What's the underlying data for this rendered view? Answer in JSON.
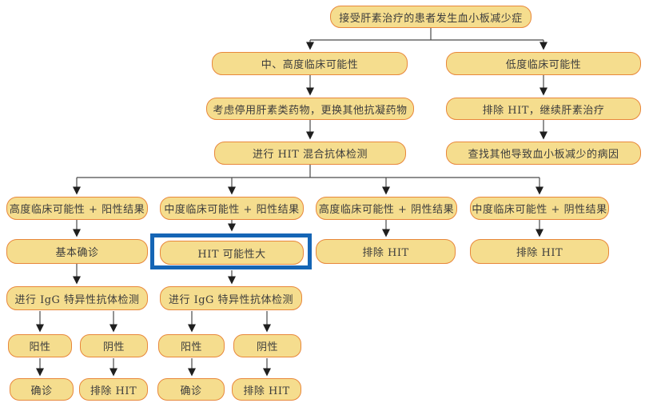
{
  "nodes": {
    "n1": {
      "label": "接受肝素治疗的患者发生血小板减少症"
    },
    "n2": {
      "label": "中、高度临床可能性"
    },
    "n3": {
      "label": "低度临床可能性"
    },
    "n4": {
      "label": "考虑停用肝素类药物，更换其他抗凝药物"
    },
    "n5": {
      "label": "排除 HIT，继续肝素治疗"
    },
    "n6": {
      "label": "进行 HIT 混合抗体检测"
    },
    "n7": {
      "label": "查找其他导致血小板减少的病因"
    },
    "n8": {
      "label": "高度临床可能性 + 阳性结果"
    },
    "n9": {
      "label": "中度临床可能性 + 阳性结果"
    },
    "n10": {
      "label": "高度临床可能性 + 阴性结果"
    },
    "n11": {
      "label": "中度临床可能性 + 阴性结果"
    },
    "n12": {
      "label": "基本确诊"
    },
    "n13": {
      "label": "HIT 可能性大"
    },
    "n14": {
      "label": "排除 HIT"
    },
    "n15": {
      "label": "排除 HIT"
    },
    "n16": {
      "label": "进行 IgG 特异性抗体检测"
    },
    "n17": {
      "label": "进行 IgG 特异性抗体检测"
    },
    "n18": {
      "label": "阳性"
    },
    "n19": {
      "label": "阴性"
    },
    "n20": {
      "label": "阳性"
    },
    "n21": {
      "label": "阴性"
    },
    "n22": {
      "label": "确诊"
    },
    "n23": {
      "label": "排除 HIT"
    },
    "n24": {
      "label": "确诊"
    },
    "n25": {
      "label": "排除 HIT"
    }
  },
  "highlight": {
    "target_node": "HIT 可能性大",
    "border_color": "#1565b5"
  },
  "colors": {
    "node_fill": "#f5dd8e",
    "node_border": "#e8873b",
    "arrow_line": "#4a4a4a",
    "arrow_head": "#1f1f1f",
    "highlight_border": "#1565b5",
    "text": "#3c3c3c",
    "background": "#ffffff"
  }
}
